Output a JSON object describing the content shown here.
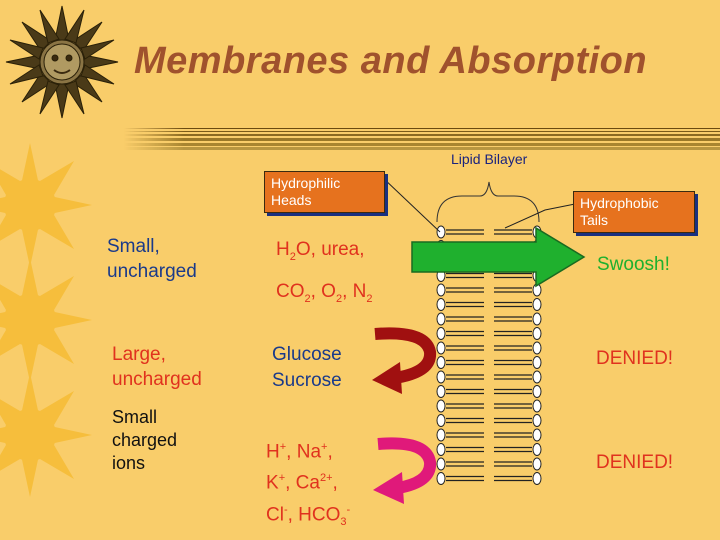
{
  "slide": {
    "title": "Membranes and Absorption",
    "lipid_bilayer_label": "Lipid Bilayer",
    "hydrophilic_label_line1": "Hydrophilic",
    "hydrophilic_label_line2": "Heads",
    "hydrophobic_label_line1": "Hydrophobic",
    "hydrophobic_label_line2": "Tails"
  },
  "rows": {
    "small_uncharged": {
      "category_line1": "Small,",
      "category_line2": "uncharged",
      "molecules_line1": "H2O, urea,",
      "molecules_line2": "CO2, O2, N2",
      "result": "Swoosh!"
    },
    "large_uncharged": {
      "category_line1": "Large,",
      "category_line2": "uncharged",
      "molecules_line1": "Glucose",
      "molecules_line2": "Sucrose",
      "result": "DENIED!"
    },
    "small_charged": {
      "category_line1": "Small",
      "category_line2": "charged",
      "category_line3": "ions",
      "molecules_line1": "H+, Na+,",
      "molecules_line2": "K+, Ca2+,",
      "molecules_line3": "Cl-, HCO3-",
      "result": "DENIED!"
    }
  },
  "colors": {
    "background": "#F9CD6A",
    "title": "#A0522D",
    "category_text": "#1A3A8A",
    "pass_arrow": "#1FB02E",
    "large_arrow": "#A01010",
    "ion_arrow": "#E0197A",
    "result_swoosh": "#1FB02E",
    "result_denied": "#E0321E",
    "label_box": "#E6721E"
  },
  "decor": {
    "sun_icon": "sun-face-icon",
    "sun_shapes": "sun-icon"
  }
}
